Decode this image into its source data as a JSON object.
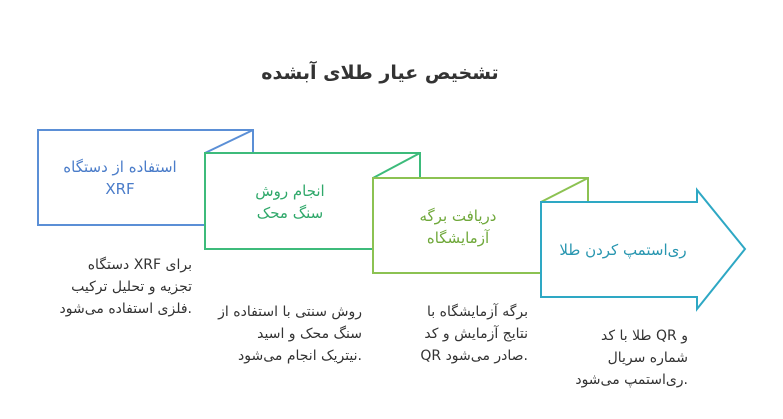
{
  "title": "تشخیص عیار طلای آبشده",
  "colors": {
    "step1": "#5b8fd6",
    "step2": "#3dbb7b",
    "step3": "#8cc252",
    "step4": "#2ea8c4",
    "text": "#333333"
  },
  "steps": [
    {
      "label": "استفاده از دستگاه\nXRF",
      "description": "برای XRF دستگاه\nتجزیه و تحلیل ترکیب\n.فلزی استفاده می‌شود"
    },
    {
      "label": "انجام روش\nسنگ محک",
      "description": "روش سنتی با استفاده از\nسنگ محک و اسید\n.نیتریک انجام می‌شود"
    },
    {
      "label": "دریافت برگه\nآزمایشگاه",
      "description": "برگه آزمایشگاه با\nنتایج آزمایش و کد\n.صادر می‌شود QR"
    },
    {
      "label": "ری‌استمپ کردن طلا",
      "description": "و QR طلا با کد\nشماره سریال\n.ری‌استمپ می‌شود"
    }
  ]
}
